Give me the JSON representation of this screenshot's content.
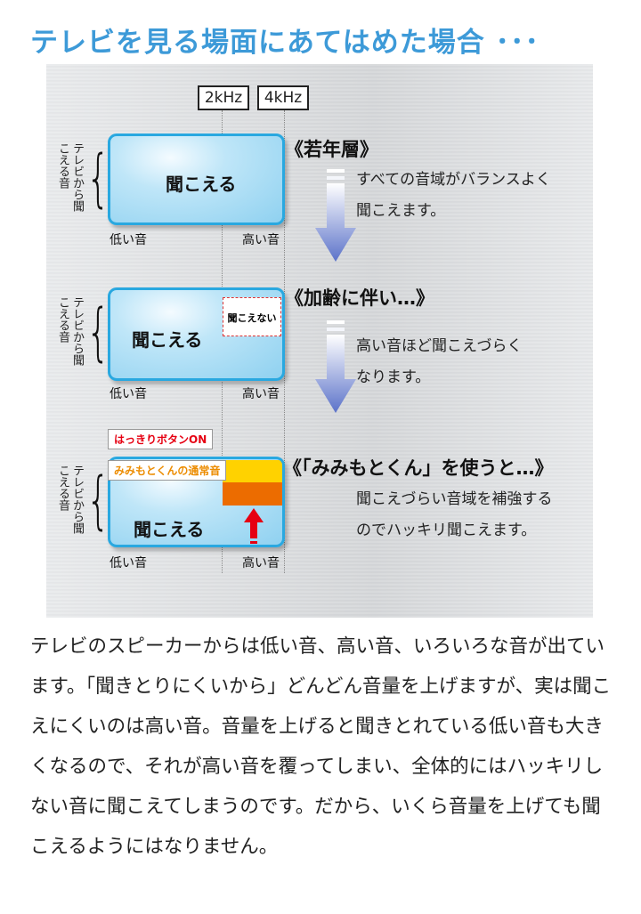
{
  "title": "テレビを見る場面にあてはめた場合 ･･･",
  "diagram": {
    "freq_labels": [
      "2kHz",
      "4kHz"
    ],
    "side_label": "テレビから聞こえる音",
    "low_label": "低い音",
    "high_label": "高い音",
    "audible": "聞こえる",
    "inaudible": "聞こえない",
    "sections": [
      {
        "header": "《若年層》",
        "lines": [
          "すべての音域がバランスよく",
          "聞こえます。"
        ]
      },
      {
        "header": "《加齢に伴い…》",
        "lines": [
          "高い音ほど聞こえづらく",
          "なります。"
        ]
      },
      {
        "header": "《「みみもとくん」を使うと…》",
        "lines": [
          "聞こえづらい音域を補強する",
          "のでハッキリ聞こえます。"
        ]
      }
    ],
    "callout_button": "はっきりボタンON",
    "callout_normal": "みみもとくんの通常音"
  },
  "body": "テレビのスピーカーからは低い音、高い音、いろいろな音が出ています。「聞きとりにくいから」どんどん音量を上げますが、実は聞こえにくいのは高い音。音量を上げると聞きとれている低い音も大きくなるので、それが高い音を覆ってしまい、全体的にはハッキリしない音に聞こえてしまうのです。だから、いくら音量を上げても聞こえるようにはなりません。",
  "colors": {
    "title": "#3d9ad8",
    "box": "#8fd1f0",
    "yellow": "#ffd200",
    "orange": "#ec6c00",
    "red": "#e60012"
  }
}
